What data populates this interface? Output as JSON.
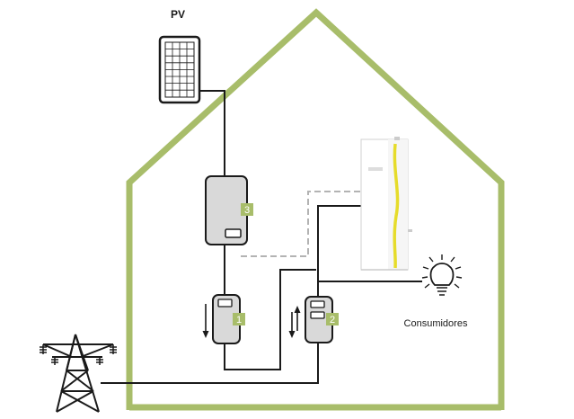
{
  "labels": {
    "pv": "PV",
    "consumers": "Consumidores"
  },
  "badges": {
    "meter1": "1",
    "meter2": "2",
    "inverter": "3"
  },
  "colors": {
    "house_outline": "#a8bd6a",
    "badge": "#a8bd6a",
    "device_fill": "#d9d9d9",
    "wire": "#1a1a1a",
    "dashed_wire": "#b3b3b3",
    "tank_stripe": "#e6dc2a"
  },
  "icons": {
    "pv_panel": "solar-panel-icon",
    "pylon": "power-pylon-icon",
    "bulb": "light-bulb-icon",
    "meter": "electric-meter-icon",
    "inverter": "inverter-icon",
    "heat_pump": "heat-pump-tank-icon"
  }
}
